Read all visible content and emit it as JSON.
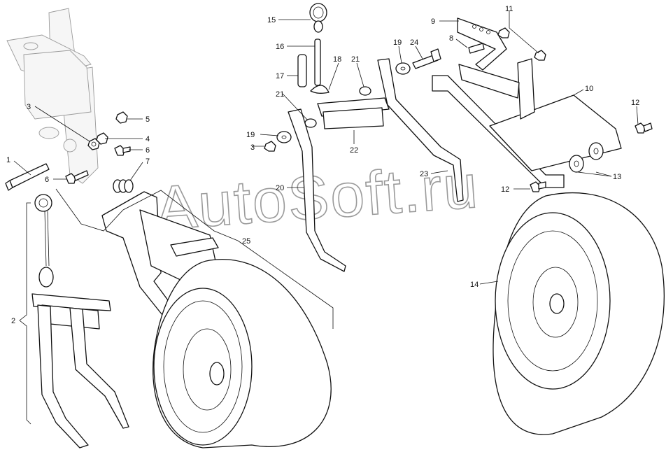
{
  "diagram": {
    "watermark": "AutoSoft.ru",
    "callouts": [
      {
        "id": "c1",
        "text": "1"
      },
      {
        "id": "c2",
        "text": "2"
      },
      {
        "id": "c3a",
        "text": "3"
      },
      {
        "id": "c3b",
        "text": "3"
      },
      {
        "id": "c4",
        "text": "4"
      },
      {
        "id": "c5",
        "text": "5"
      },
      {
        "id": "c6a",
        "text": "6"
      },
      {
        "id": "c6b",
        "text": "6"
      },
      {
        "id": "c7",
        "text": "7"
      },
      {
        "id": "c8",
        "text": "8"
      },
      {
        "id": "c9",
        "text": "9"
      },
      {
        "id": "c10",
        "text": "10"
      },
      {
        "id": "c11",
        "text": "11"
      },
      {
        "id": "c12a",
        "text": "12"
      },
      {
        "id": "c12b",
        "text": "12"
      },
      {
        "id": "c13",
        "text": "13"
      },
      {
        "id": "c14",
        "text": "14"
      },
      {
        "id": "c15",
        "text": "15"
      },
      {
        "id": "c16",
        "text": "16"
      },
      {
        "id": "c17",
        "text": "17"
      },
      {
        "id": "c18",
        "text": "18"
      },
      {
        "id": "c19a",
        "text": "19"
      },
      {
        "id": "c19b",
        "text": "19"
      },
      {
        "id": "c20",
        "text": "20"
      },
      {
        "id": "c21a",
        "text": "21"
      },
      {
        "id": "c21b",
        "text": "21"
      },
      {
        "id": "c22",
        "text": "22"
      },
      {
        "id": "c23",
        "text": "23"
      },
      {
        "id": "c24",
        "text": "24"
      },
      {
        "id": "c25",
        "text": "25"
      }
    ]
  }
}
